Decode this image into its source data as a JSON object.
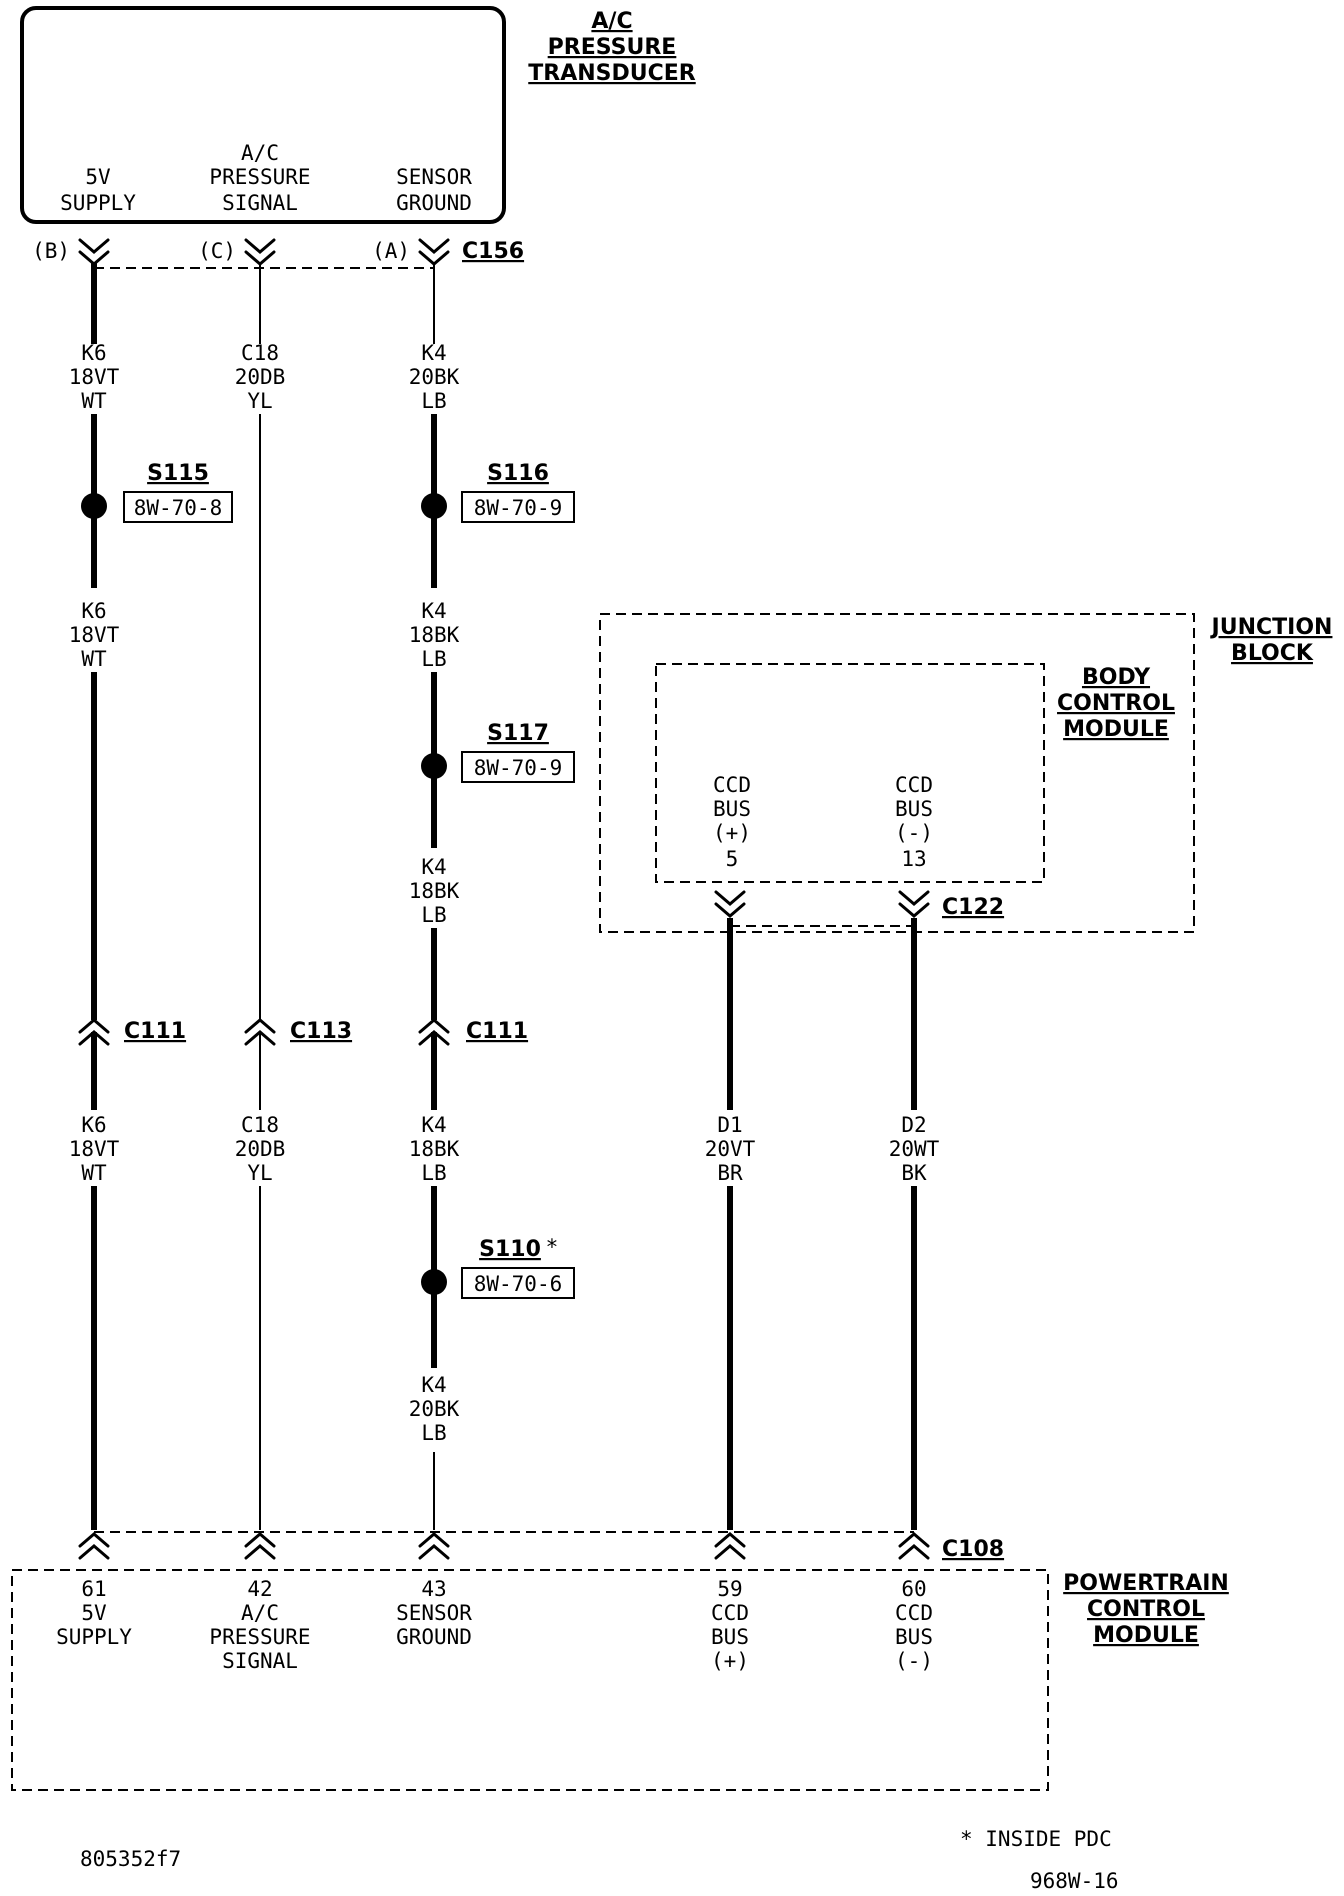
{
  "transducer": {
    "title": [
      "A/C",
      "PRESSURE",
      "TRANSDUCER"
    ],
    "pins": [
      {
        "label": [
          "5V",
          "SUPPLY"
        ],
        "cavity": "(B)"
      },
      {
        "label": [
          "A/C",
          "PRESSURE",
          "SIGNAL"
        ],
        "cavity": "(C)"
      },
      {
        "label": [
          "SENSOR",
          "GROUND"
        ],
        "cavity": "(A)"
      }
    ],
    "connector": "C156"
  },
  "wire_labels": {
    "k6_top": [
      "K6",
      "18VT",
      "WT"
    ],
    "c18_top": [
      "C18",
      "20DB",
      "YL"
    ],
    "k4_top": [
      "K4",
      "20BK",
      "LB"
    ],
    "k6_mid": [
      "K6",
      "18VT",
      "WT"
    ],
    "k4_mid1": [
      "K4",
      "18BK",
      "LB"
    ],
    "k4_mid2": [
      "K4",
      "18BK",
      "LB"
    ],
    "k6_bot": [
      "K6",
      "18VT",
      "WT"
    ],
    "c18_bot": [
      "C18",
      "20DB",
      "YL"
    ],
    "k4_bot1": [
      "K4",
      "18BK",
      "LB"
    ],
    "k4_bot2": [
      "K4",
      "20BK",
      "LB"
    ],
    "d1": [
      "D1",
      "20VT",
      "BR"
    ],
    "d2": [
      "D2",
      "20WT",
      "BK"
    ]
  },
  "splices": [
    {
      "name": "S115",
      "ref": "8W-70-8"
    },
    {
      "name": "S116",
      "ref": "8W-70-9"
    },
    {
      "name": "S117",
      "ref": "8W-70-9"
    },
    {
      "name": "S110",
      "ref": "8W-70-6",
      "mark": "*"
    }
  ],
  "inline_connectors": {
    "k6": "C111",
    "c18": "C113",
    "k4": "C111",
    "bcm": "C122",
    "pcm": "C108"
  },
  "junction_block": {
    "title": [
      "JUNCTION",
      "BLOCK"
    ],
    "bcm_title": [
      "BODY",
      "CONTROL",
      "MODULE"
    ],
    "pins": [
      {
        "label": [
          "CCD",
          "BUS",
          "(+)"
        ],
        "pin": "5"
      },
      {
        "label": [
          "CCD",
          "BUS",
          "(-)"
        ],
        "pin": "13"
      }
    ]
  },
  "pcm": {
    "title": [
      "POWERTRAIN",
      "CONTROL",
      "MODULE"
    ],
    "pins": [
      {
        "pin": "61",
        "label": [
          "5V",
          "SUPPLY"
        ]
      },
      {
        "pin": "42",
        "label": [
          "A/C",
          "PRESSURE",
          "SIGNAL"
        ]
      },
      {
        "pin": "43",
        "label": [
          "SENSOR",
          "GROUND"
        ]
      },
      {
        "pin": "59",
        "label": [
          "CCD",
          "BUS",
          "(+)"
        ]
      },
      {
        "pin": "60",
        "label": [
          "CCD",
          "BUS",
          "(-)"
        ]
      }
    ]
  },
  "footnote": "* INSIDE PDC",
  "figure_code": "805352f7",
  "page_ref": "968W-16"
}
